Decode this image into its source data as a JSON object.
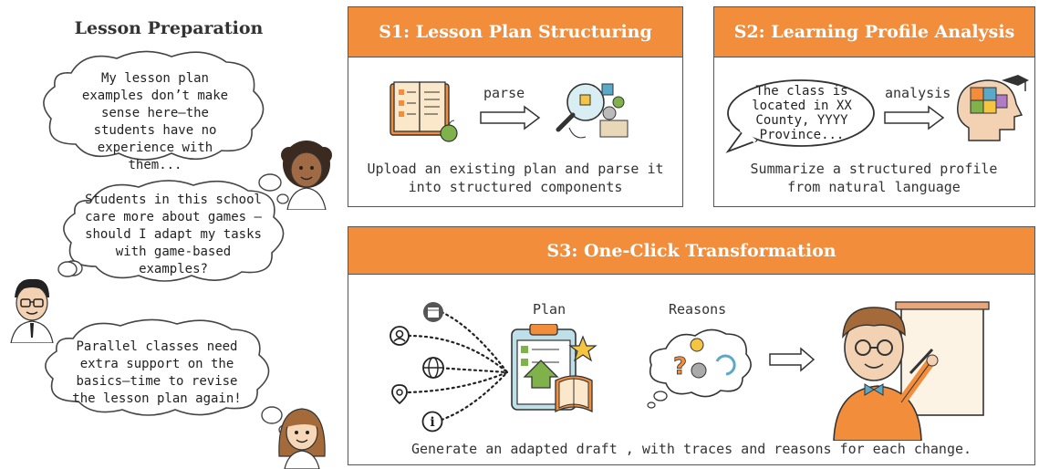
{
  "left": {
    "heading": "Lesson Preparation",
    "bubbles": [
      {
        "text": "My lesson plan examples don’t make sense here—the students have no experience with them..."
      },
      {
        "text": "Students in this school care more about games —should I adapt my tasks with game-based examples?"
      },
      {
        "text": "Parallel classes need extra support on the basics—time to revise the lesson plan again!"
      }
    ]
  },
  "s1": {
    "title": "S1: Lesson Plan Structuring",
    "arrow_label": "parse",
    "caption": "Upload an existing plan and parse it into structured components"
  },
  "s2": {
    "title": "S2: Learning Profile Analysis",
    "bubble_text": "The class is located in XX County, YYYY Province...",
    "arrow_label": "analysis",
    "caption": "Summarize a structured profile from natural language"
  },
  "s3": {
    "title": "S3: One-Click Transformation",
    "plan_label": "Plan",
    "reasons_label": "Reasons",
    "caption": "Generate an adapted draft , with traces and reasons for each change."
  },
  "colors": {
    "accent": "#f28d3c",
    "border": "#555555"
  }
}
